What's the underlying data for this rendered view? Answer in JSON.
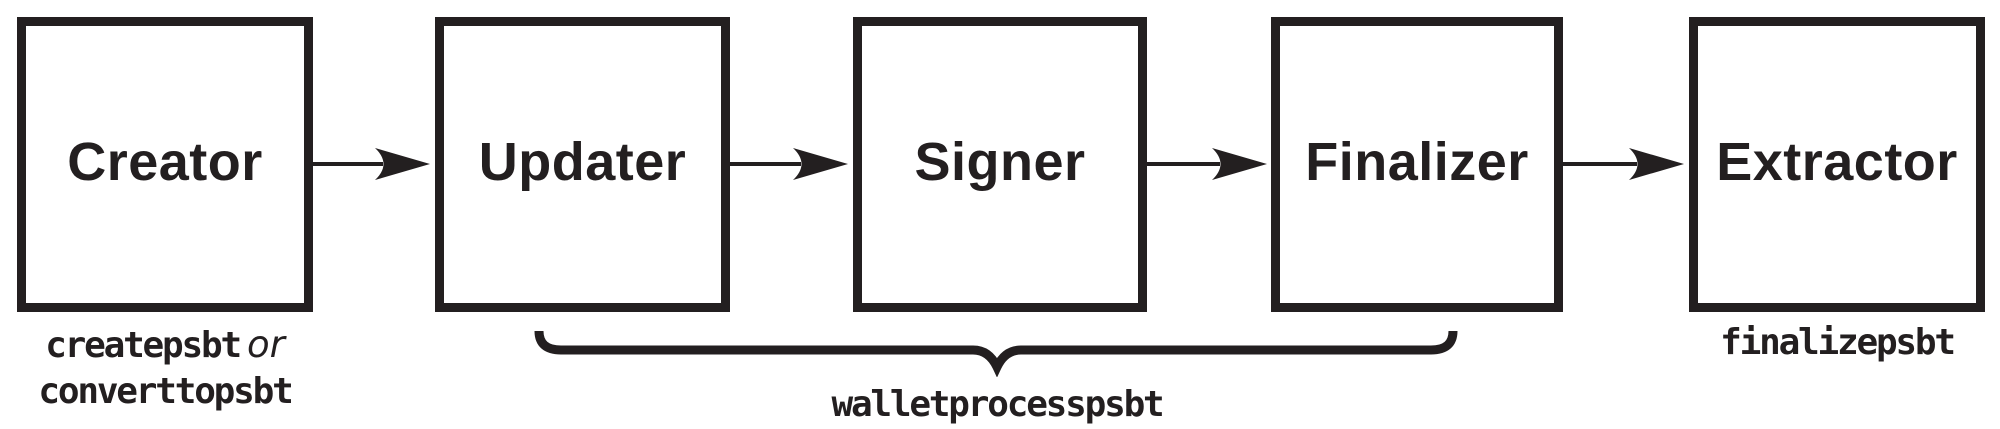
{
  "diagram": {
    "colors": {
      "ink": "#231f20",
      "background": "#ffffff"
    },
    "boxes": [
      {
        "label": "Creator"
      },
      {
        "label": "Updater"
      },
      {
        "label": "Signer"
      },
      {
        "label": "Finalizer"
      },
      {
        "label": "Extractor"
      }
    ],
    "annotations": {
      "creator_command_1": "createpsbt",
      "creator_conjunction": "or",
      "creator_command_2": "converttopsbt",
      "wallet_brace_label": "walletprocesspsbt",
      "extractor_command": "finalizepsbt"
    }
  }
}
